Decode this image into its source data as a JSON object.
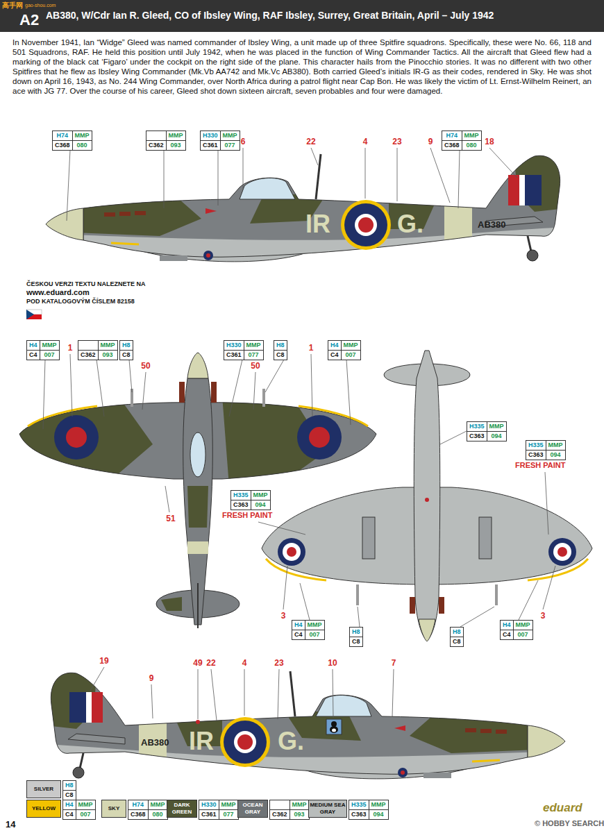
{
  "diagram": {
    "title": "AB380, W/Cdr Ian R. Gleed, CO of Ibsley Wing, RAF Ibsley, Surrey, Great Britain, April – July 1942",
    "nodes": [
      {
        "text": [
          "H74",
          "MMP",
          "C368",
          "080"
        ]
      },
      {
        "text": [
          "MMP",
          "C362",
          "093"
        ]
      },
      {
        "text": [
          "H330",
          "MMP",
          "C361",
          "077"
        ]
      },
      {
        "text": [
          "H74",
          "MMP",
          "C368",
          "080"
        ]
      },
      {
        "text": [
          "H4",
          "MMP",
          "C4",
          "007"
        ]
      },
      {
        "text": [
          "MMP",
          "C362",
          "093"
        ]
      },
      {
        "text": [
          "H8",
          "C8"
        ]
      },
      {
        "text": [
          "H330",
          "MMP",
          "C361",
          "077"
        ]
      },
      {
        "text": [
          "H8",
          "C8"
        ]
      },
      {
        "text": [
          "H4",
          "MMP",
          "C4",
          "007"
        ]
      },
      {
        "text": [
          "H335",
          "MMP",
          "C363",
          "094"
        ]
      },
      {
        "text": [
          "H335",
          "MMP",
          "C363",
          "094"
        ]
      },
      {
        "text": [
          "H335",
          "MMP",
          "C363",
          "094"
        ]
      },
      {
        "text": [
          "H4",
          "MMP",
          "C4",
          "007"
        ]
      },
      {
        "text": [
          "H8",
          "C8"
        ]
      },
      {
        "text": [
          "H8",
          "C8"
        ]
      },
      {
        "text": [
          "H4",
          "MMP",
          "C4",
          "007"
        ]
      },
      {
        "text": [
          "H8",
          "C8"
        ]
      },
      {
        "text": [
          "H4",
          "MMP",
          "C4",
          "007"
        ]
      },
      {
        "text": [
          "H74",
          "MMP",
          "C368",
          "080"
        ]
      },
      {
        "text": [
          "H330",
          "MMP",
          "C361",
          "077"
        ]
      },
      {
        "text": [
          "MMP",
          "C362",
          "093"
        ]
      },
      {
        "text": [
          "H335",
          "MMP",
          "C363",
          "094"
        ]
      }
    ],
    "labels": [
      "A2",
      "高手网",
      "gao-shou.com",
      "In November 1941, Ian “Widge” Gleed was named commander of Ibsley Wing, a unit made up of three Spitfire squadrons. Specifically, these were No. 66, 118 and 501 Squadrons, RAF. He held this position until July 1942, when he was placed in the function of Wing Commander Tactics. All the aircraft that Gleed flew had a marking of the black cat ‘Figaro’ under the cockpit on the right side of the plane. This character hails from the Pinocchio stories. It was no different with two other Spitfires that he flew as Ibsley Wing Commander (Mk.Vb AA742 and Mk.Vc AB380). Both carried Gleed’s initials IR-G as their codes, rendered in Sky. He was shot down on April 16, 1943, as No. 244 Wing Commander, over North Africa during a patrol flight near Cap Bon. He was likely the victim of Lt. Ernst-Wilhelm Reinert, an ace with JG 77. Over the course of his career, Gleed shot down sixteen aircraft, seven probables and four were damaged.",
      "ČESKOU VERZI TEXTU NALEZNETE NA",
      "www.eduard.com",
      "POD KATALOGOVÝM ČÍSLEM 82158",
      "6",
      "22",
      "4",
      "23",
      "9",
      "18",
      "IR",
      "G.",
      "AB380",
      "1",
      "50",
      "50",
      "1",
      "51",
      "FRESH PAINT",
      "FRESH PAINT",
      "3",
      "3",
      "19",
      "9",
      "49",
      "22",
      "4",
      "23",
      "10",
      "7",
      "AB380",
      "IR",
      "G.",
      "14",
      "eduard",
      "© HOBBY SEARCH"
    ],
    "legend": [
      {
        "text": "SILVER",
        "color": "#c9c9c9"
      },
      {
        "text": "YELLOW",
        "color": "#f2c200"
      },
      {
        "text": "SKY",
        "color": "#d5d7b2"
      },
      {
        "text": "DARK GREEN",
        "color": "#4f5533"
      },
      {
        "text": "OCEAN GRAY",
        "color": "#6e7376"
      },
      {
        "text": "MEDIUM SEA GRAY",
        "color": "#b8bcbb"
      }
    ]
  }
}
